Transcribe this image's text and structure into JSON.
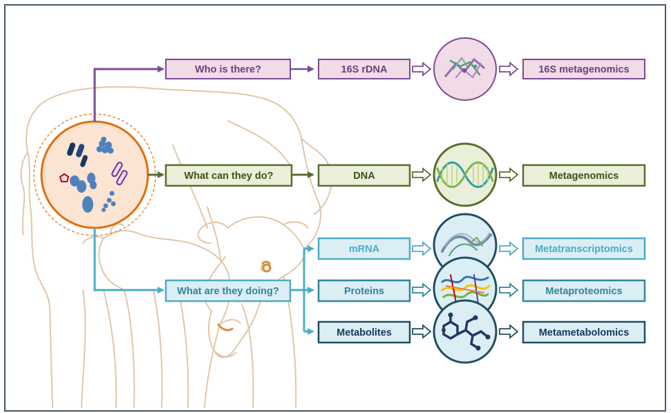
{
  "colors": {
    "purple": "#7b4a8f",
    "purple_fill": "#f0dbe6",
    "purple_text": "#6b3f7e",
    "green": "#5a6d2e",
    "green_fill": "#e9efd9",
    "green_text": "#3f4f1c",
    "teal": "#4bacc6",
    "teal_fill": "#dbeef4",
    "teal_text": "#31859c",
    "navy": "#1f4e61",
    "navy_fill": "#dbeef4",
    "navy_text": "#17375e",
    "orange": "#e46c0a",
    "orange_fill": "#fce4d2",
    "cow_outline": "#e2c6a6",
    "frame": "#44546a"
  },
  "questions": {
    "who": "Who is there?",
    "what_can": "What can they do?",
    "what_doing": "What are they doing?"
  },
  "molecules": {
    "rdna": "16S rDNA",
    "dna": "DNA",
    "mrna": "mRNA",
    "proteins": "Proteins",
    "metabolites": "Metabolites"
  },
  "methods": {
    "meta16s": "16S metagenomics",
    "metagenomics": "Metagenomics",
    "metatranscriptomics": "Metatranscriptomics",
    "metaproteomics": "Metaproteomics",
    "metametabolomics": "Metametabolomics"
  },
  "icons": [
    "bacteria-cluster-icon",
    "16s-rrna-structure-icon",
    "dna-helix-icon",
    "mrna-structure-icon",
    "protein-structure-icon",
    "metabolite-molecule-icon"
  ]
}
